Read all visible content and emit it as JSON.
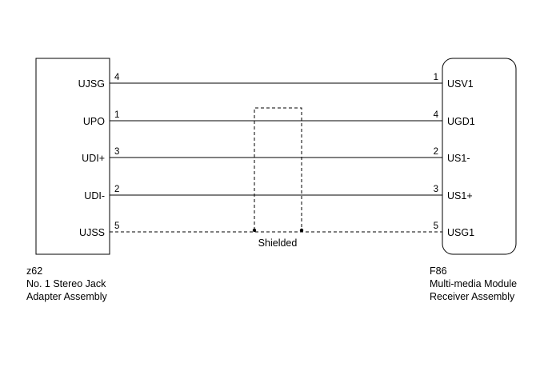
{
  "left_connector": {
    "code": "z62",
    "name_line1": "No. 1 Stereo Jack",
    "name_line2": "Adapter Assembly"
  },
  "right_connector": {
    "code": "F86",
    "name_line1": "Multi-media Module",
    "name_line2": "Receiver Assembly"
  },
  "wires": [
    {
      "left_label": "UJSG",
      "left_pin": "4",
      "right_pin": "1",
      "right_label": "USV1",
      "style": "solid"
    },
    {
      "left_label": "UPO",
      "left_pin": "1",
      "right_pin": "4",
      "right_label": "UGD1",
      "style": "solid"
    },
    {
      "left_label": "UDI+",
      "left_pin": "3",
      "right_pin": "2",
      "right_label": "US1-",
      "style": "solid"
    },
    {
      "left_label": "UDI-",
      "left_pin": "2",
      "right_pin": "3",
      "right_label": "US1+",
      "style": "solid"
    },
    {
      "left_label": "UJSS",
      "left_pin": "5",
      "right_pin": "5",
      "right_label": "USG1",
      "style": "dashed"
    }
  ],
  "shield": {
    "label": "Shielded"
  }
}
